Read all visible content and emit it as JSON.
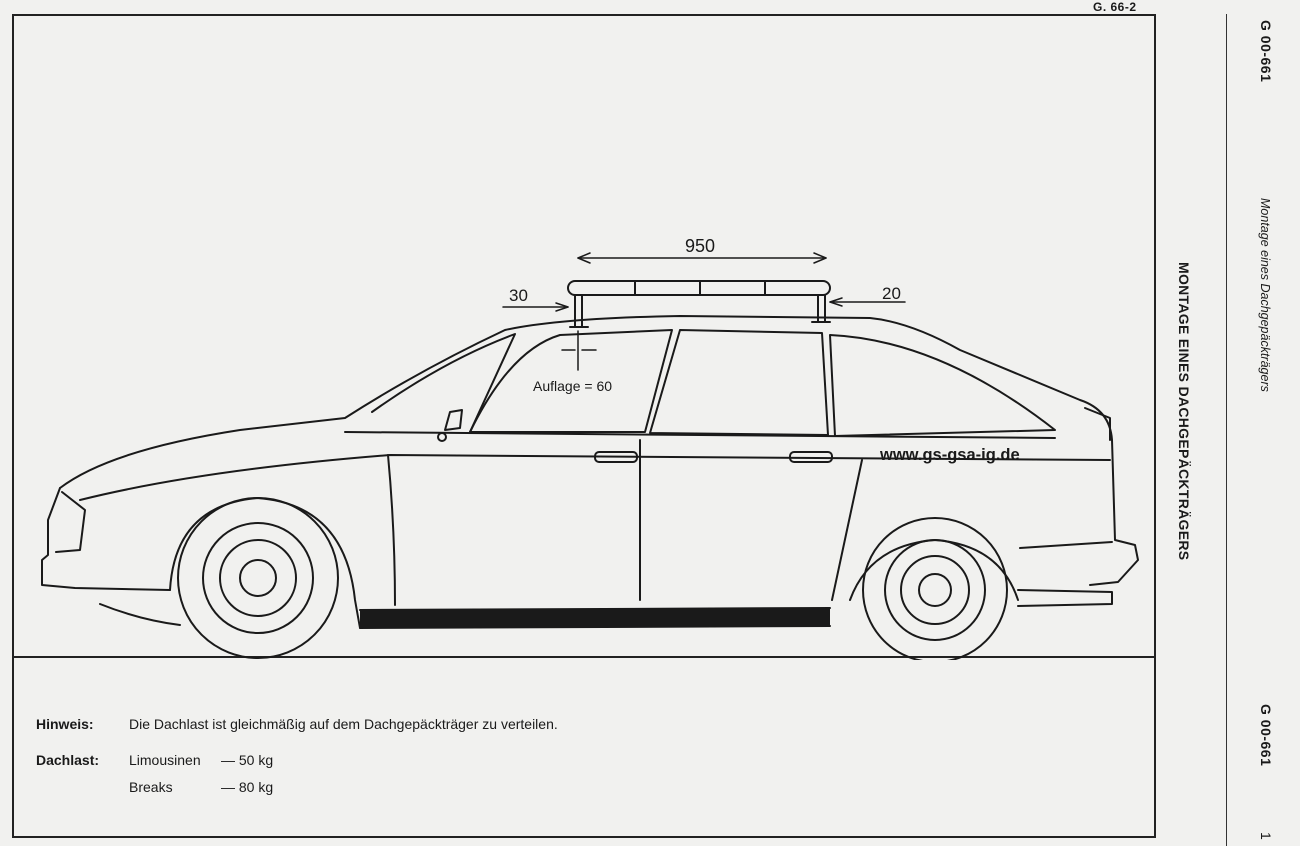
{
  "header": {
    "page_ref": "G. 66-2"
  },
  "side_strip": {
    "doc_code_top": "G 00-661",
    "subtitle": "Montage eines Dachgepäckträgers",
    "doc_code_bottom": "G 00-661",
    "page_number": "1"
  },
  "title": "MONTAGE EINES DACHGEPÄCKTRÄGERS",
  "drawing": {
    "dim_length": "950",
    "dim_front": "30",
    "dim_rear": "20",
    "support": "Auflage = 60",
    "website": "www.gs-gsa-ig.de"
  },
  "notes": {
    "hinweis_label": "Hinweis:",
    "hinweis_text": "Die Dachlast ist gleichmäßig auf dem Dachgepäckträger zu verteilen.",
    "dachlast_label": "Dachlast:",
    "rows": [
      {
        "name": "Limousinen",
        "value": "— 50 kg"
      },
      {
        "name": "Breaks",
        "value": "— 80 kg"
      }
    ]
  }
}
